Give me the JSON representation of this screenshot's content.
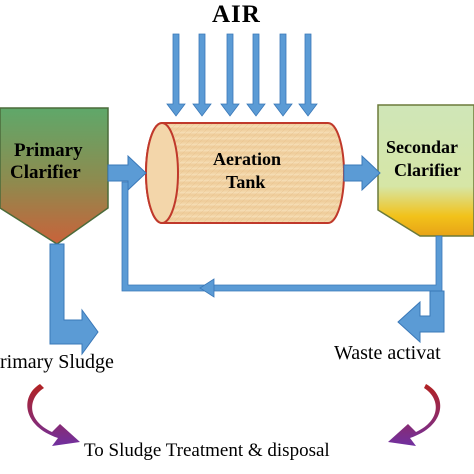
{
  "air_label": "AIR",
  "primary_clarifier": {
    "line1": "Primary",
    "line2": "Clarifier"
  },
  "aeration_tank": {
    "line1": "Aeration",
    "line2": "Tank"
  },
  "secondary_clarifier": {
    "line1": "Secondar",
    "line2": "Clarifier"
  },
  "primary_sludge_label": "rimary Sludge",
  "waste_activated_label": "Waste activat",
  "disposal_label": "To Sludge Treatment & disposal",
  "colors": {
    "flow_arrow": "#5b9bd5",
    "flow_arrow_stroke": "#3a78b8",
    "primary_clarifier_top": "#5fa86a",
    "primary_clarifier_bottom": "#c9623a",
    "tank_fill": "#f2d3a6",
    "tank_stroke": "#c0392b",
    "secondary_clarifier_top": "#cfe6b8",
    "secondary_clarifier_bottom": "#f2c21a",
    "curved_arrow_top": "#b22222",
    "curved_arrow_bottom": "#7030a0"
  },
  "icons": [
    "air-arrow-icon",
    "flow-arrow-icon",
    "curved-arrow-icon"
  ]
}
